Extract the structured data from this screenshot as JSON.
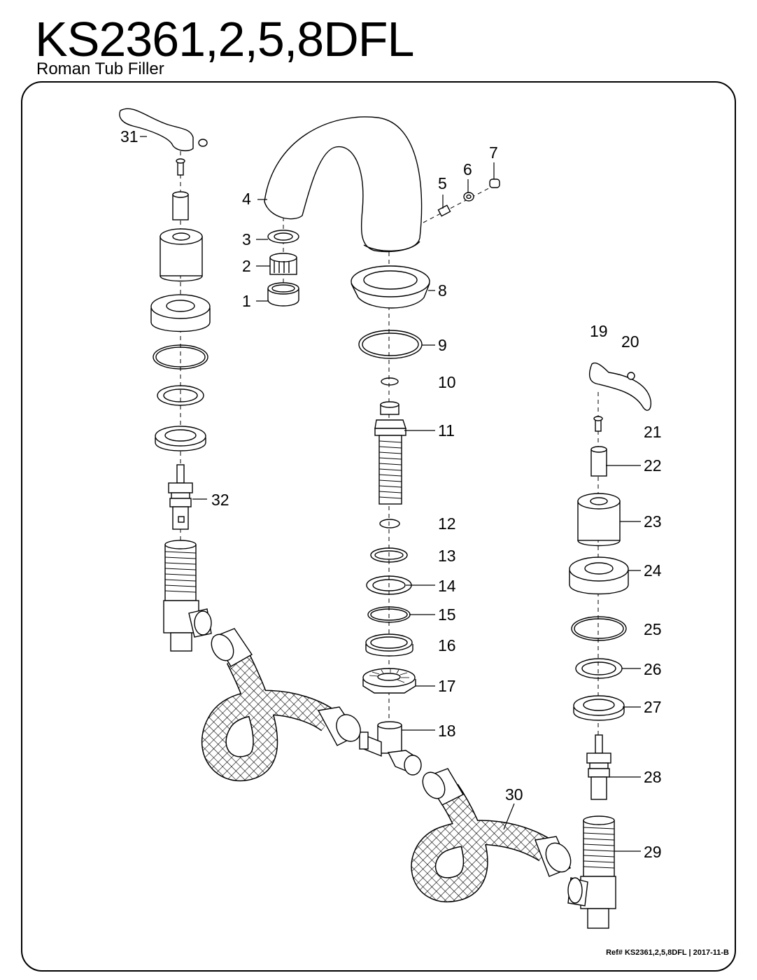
{
  "header": {
    "model": "KS2361,2,5,8DFL",
    "product": "Roman Tub Filler"
  },
  "footer": {
    "reference": "Ref# KS2361,2,5,8DFL | 2017-11-B"
  },
  "parts": [
    {
      "number": "1"
    },
    {
      "number": "2"
    },
    {
      "number": "3"
    },
    {
      "number": "4"
    },
    {
      "number": "5"
    },
    {
      "number": "6"
    },
    {
      "number": "7"
    },
    {
      "number": "8"
    },
    {
      "number": "9"
    },
    {
      "number": "10"
    },
    {
      "number": "11"
    },
    {
      "number": "12"
    },
    {
      "number": "13"
    },
    {
      "number": "14"
    },
    {
      "number": "15"
    },
    {
      "number": "16"
    },
    {
      "number": "17"
    },
    {
      "number": "18"
    },
    {
      "number": "19"
    },
    {
      "number": "20"
    },
    {
      "number": "21"
    },
    {
      "number": "22"
    },
    {
      "number": "23"
    },
    {
      "number": "24"
    },
    {
      "number": "25"
    },
    {
      "number": "26"
    },
    {
      "number": "27"
    },
    {
      "number": "28"
    },
    {
      "number": "29"
    },
    {
      "number": "30"
    },
    {
      "number": "31"
    },
    {
      "number": "32"
    }
  ]
}
